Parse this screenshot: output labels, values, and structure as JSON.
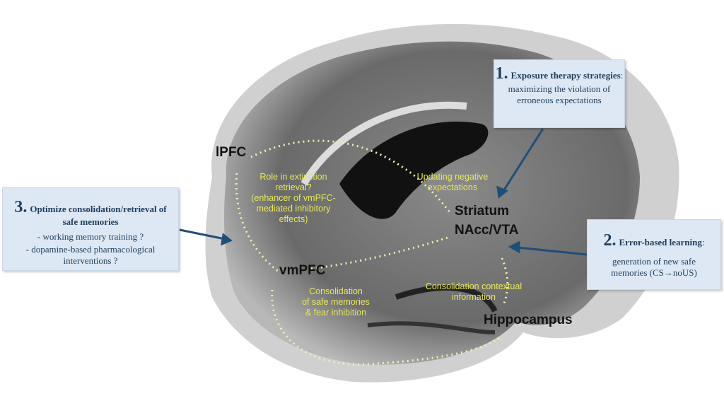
{
  "regions": {
    "lpfc": "lPFC",
    "striatum": "Striatum",
    "nacc": "NAcc/VTA",
    "vmpfc": "vmPFC",
    "hippocampus": "Hippocampus"
  },
  "labels": {
    "role": [
      "Role in extinction",
      "retrieval?",
      "(enhancer of vmPFC-",
      "mediated inhibitory",
      "effects)"
    ],
    "updating": [
      "Updating negative",
      "expectations"
    ],
    "consolidation_safe": [
      "Consolidation",
      "of safe memories",
      "& fear inhibition"
    ],
    "consolidation_context": [
      "Consolidation contextual",
      "information"
    ]
  },
  "boxes": {
    "box1": {
      "number": "1.",
      "title": "Exposure therapy strategies",
      "colon": ":",
      "text": [
        "maximizing the violation of",
        "erroneous expectations"
      ]
    },
    "box2": {
      "number": "2.",
      "title": "Error-based learning",
      "colon": ":",
      "text": [
        "generation of new safe",
        "memories (CS→noUS)"
      ]
    },
    "box3": {
      "number": "3.",
      "title": "Optimize consolidation/retrieval of safe memories",
      "text": [
        "- working memory training ?",
        "- dopamine-based pharmacological interventions ?"
      ]
    }
  },
  "colors": {
    "arrow": "#1f4e79",
    "dotted": "#f0f0b0",
    "label": "#e8e85a",
    "box": "#dde8f4"
  }
}
